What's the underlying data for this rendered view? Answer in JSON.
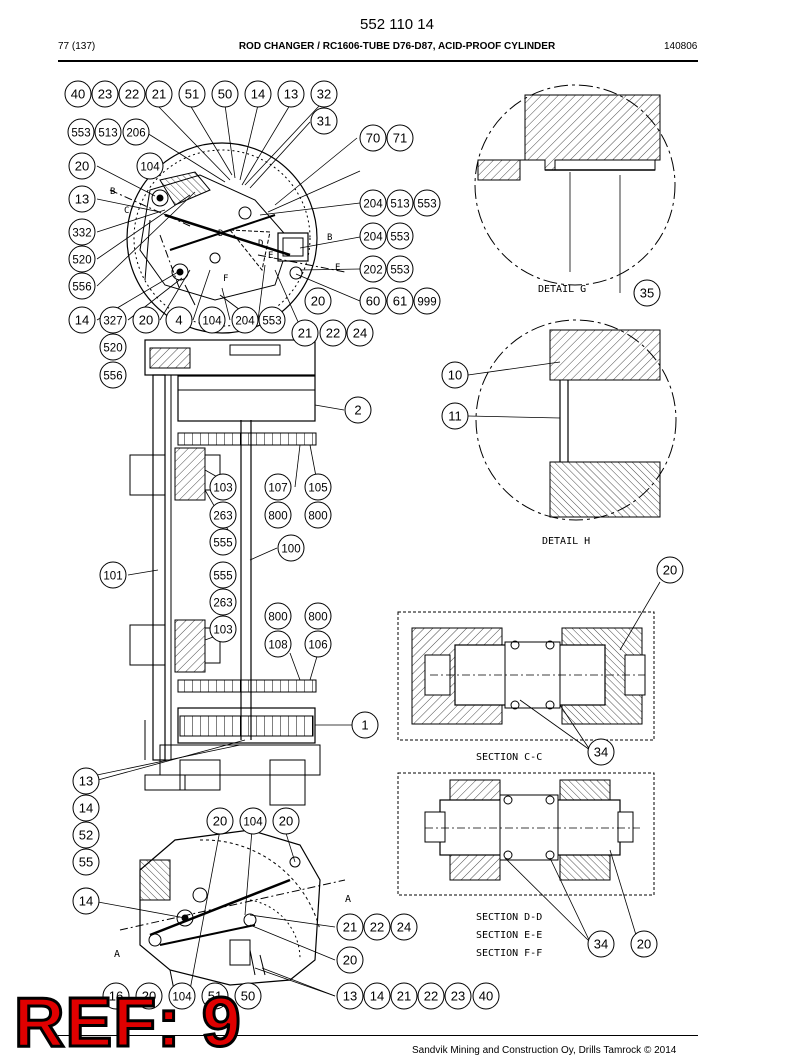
{
  "header": {
    "doc_number": "552 110 14",
    "page": "77 (137)",
    "title": "ROD CHANGER / RC1606-TUBE D76-D87, ACID-PROOF CYLINDER",
    "date": "140806"
  },
  "footer": {
    "copyright": "Sandvik Mining and Construction Oy, Drills Tamrock © 2014"
  },
  "stamp": "REF: 9",
  "view_labels": {
    "detail_g": "DETAIL G",
    "detail_h": "DETAIL H",
    "section_cc": "SECTION C-C",
    "section_dd": "SECTION D-D",
    "section_ee": "SECTION E-E",
    "section_ff": "SECTION F-F"
  },
  "letters": {
    "b": "B",
    "c": "C",
    "d": "D",
    "e": "E",
    "f": "F",
    "a": "A"
  },
  "callouts": [
    "40",
    "23",
    "22",
    "21",
    "51",
    "50",
    "14",
    "13",
    "32",
    "31",
    "553",
    "513",
    "206",
    "70",
    "71",
    "20",
    "104",
    "13",
    "204",
    "513",
    "553",
    "332",
    "204",
    "553",
    "520",
    "556",
    "202",
    "553",
    "20",
    "60",
    "61",
    "999",
    "14",
    "327",
    "20",
    "4",
    "104",
    "204",
    "553",
    "21",
    "22",
    "24",
    "520",
    "556",
    "10",
    "2",
    "11",
    "103",
    "107",
    "105",
    "263",
    "800",
    "800",
    "555",
    "100",
    "101",
    "555",
    "263",
    "800",
    "800",
    "103",
    "108",
    "106",
    "1",
    "35",
    "20",
    "34",
    "34",
    "20",
    "13",
    "14",
    "52",
    "55",
    "20",
    "104",
    "20",
    "14",
    "21",
    "22",
    "24",
    "20",
    "13",
    "14",
    "21",
    "22",
    "23",
    "40",
    "16",
    "20",
    "104",
    "51",
    "50"
  ]
}
